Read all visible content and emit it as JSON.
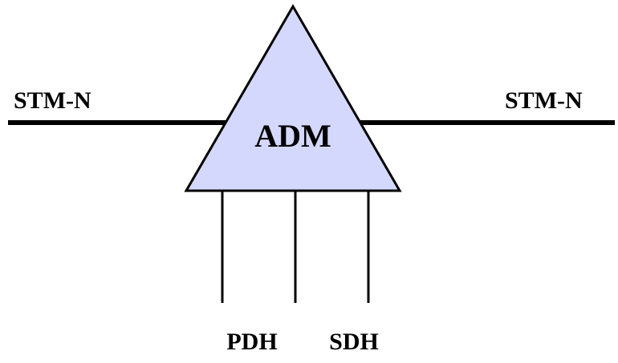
{
  "diagram": {
    "center_label": "ADM",
    "left_line_label": "STM-N",
    "right_line_label": "STM-N",
    "bottom_labels": [
      "PDH",
      "SDH"
    ],
    "colors": {
      "triangle_fill": "#d4d8fc",
      "stroke": "#000000"
    }
  }
}
